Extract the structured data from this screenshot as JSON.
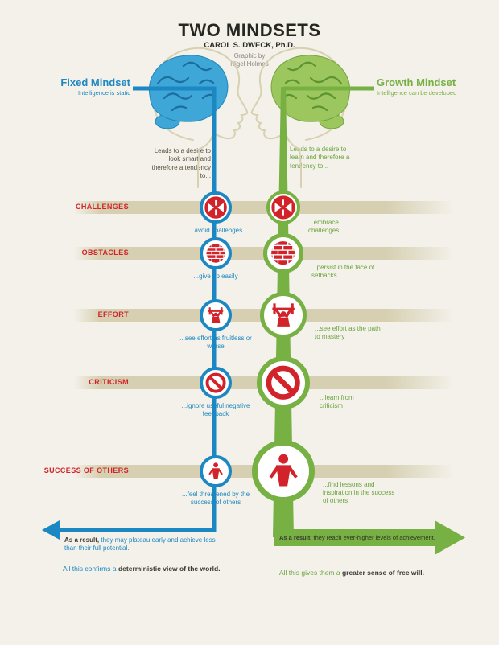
{
  "header": {
    "title": "TWO MINDSETS",
    "author": "CAROL S. DWECK, Ph.D.",
    "credit1": "Graphic by",
    "credit2": "Nigel Holmes"
  },
  "colors": {
    "blue": "#1b87c3",
    "green": "#77b043",
    "red": "#d2232a",
    "band": "#d6cfb1",
    "background": "#f3f1e9"
  },
  "fixed": {
    "name": "Fixed Mindset",
    "subtitle": "Intelligence is static",
    "desire": "Leads to a desire to look smart and therefore a tendency to...",
    "result_lead": "As a result,",
    "result_rest": " they may plateau early and achieve less than their full potential.",
    "conclusion_pre": "All this confirms a ",
    "conclusion_bold": "deterministic view of the world."
  },
  "growth": {
    "name": "Growth Mindset",
    "subtitle": "Intelligence can be developed",
    "desire": "Leads to a desire to learn and therefore a tendency to...",
    "result_lead": "As a result,",
    "result_rest": " they reach ever-higher levels of achievement.",
    "conclusion_pre": "All this gives them a ",
    "conclusion_bold": "greater sense of free will."
  },
  "rows": [
    {
      "category": "CHALLENGES",
      "icon": "colliding-arrows",
      "fixed_caption": "...avoid challenges",
      "growth_caption": "...embrace challenges"
    },
    {
      "category": "OBSTACLES",
      "icon": "brick-wall",
      "fixed_caption": "...give up easily",
      "growth_caption": "...persist in the face of setbacks"
    },
    {
      "category": "EFFORT",
      "icon": "weightlifter",
      "fixed_caption": "...see effort as fruitless or worse",
      "growth_caption": "...see effort as the path to mastery"
    },
    {
      "category": "CRITICISM",
      "icon": "no-entry-sign",
      "fixed_caption": "...ignore useful negative feedback",
      "growth_caption": "...learn from criticism"
    },
    {
      "category": "SUCCESS OF OTHERS",
      "icon": "winner-figure",
      "fixed_caption": "...feel threatened by the success of others",
      "growth_caption": "...find lessons and inspiration in the success of others"
    }
  ]
}
